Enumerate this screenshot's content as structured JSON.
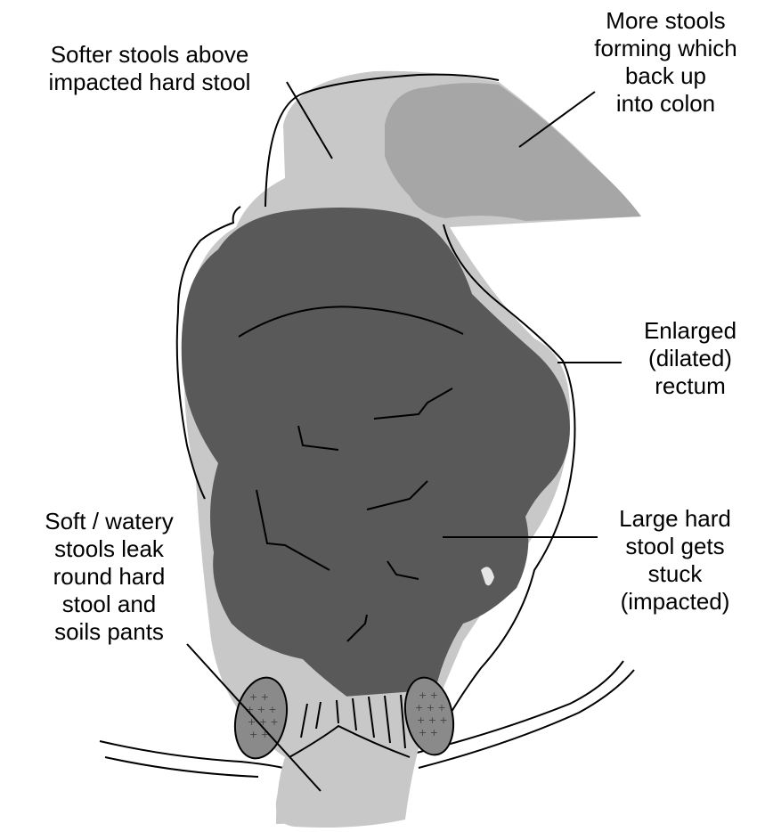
{
  "title": "",
  "colors": {
    "rectum_fill": "#c8c8c8",
    "colon_stool": "#a6a6a6",
    "impacted_stool": "#595959",
    "muscle": "#8a8a8a",
    "outline": "#000000",
    "background": "#ffffff"
  },
  "labels": {
    "softer_stools": "Softer stools above\nimpacted hard stool",
    "more_stools": "More stools\nforming which\nback up\ninto colon",
    "enlarged_rectum": "Enlarged\n(dilated)\nrectum",
    "large_hard_stool": "Large hard\nstool gets\nstuck\n(impacted)",
    "soft_watery": "Soft / watery\nstools leak\nround hard\nstool and\nsoils pants"
  }
}
